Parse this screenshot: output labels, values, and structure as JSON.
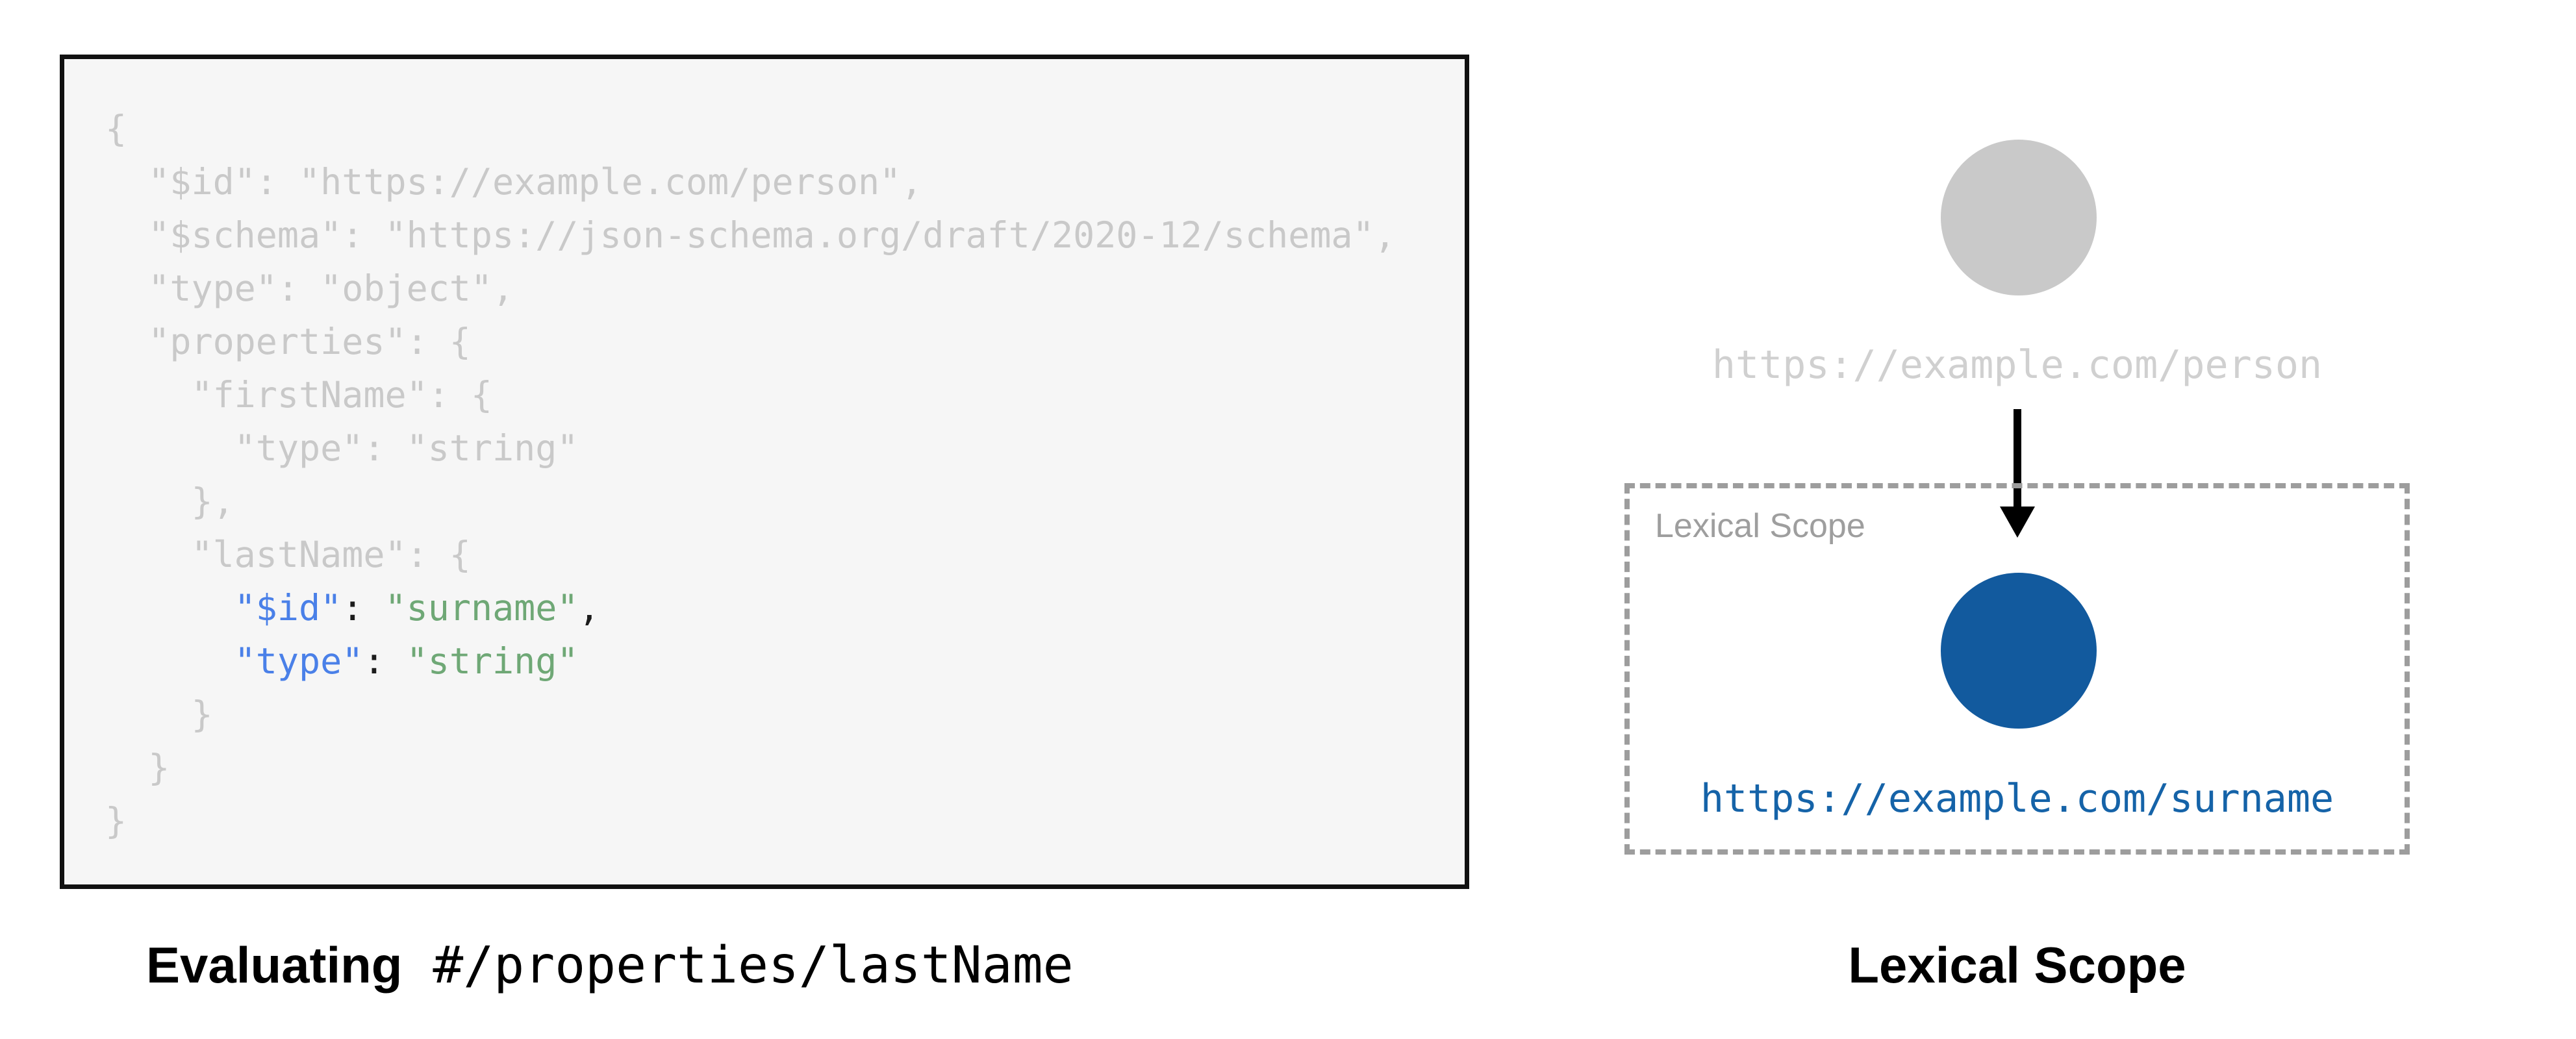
{
  "code_panel": {
    "lines": [
      [
        [
          "gray",
          "{"
        ]
      ],
      [
        [
          "gray",
          "  \"$id\": \"https://example.com/person\","
        ]
      ],
      [
        [
          "gray",
          "  \"$schema\": \"https://json-schema.org/draft/2020-12/schema\","
        ]
      ],
      [
        [
          "gray",
          "  \"type\": \"object\","
        ]
      ],
      [
        [
          "gray",
          "  \"properties\": {"
        ]
      ],
      [
        [
          "gray",
          "    \"firstName\": {"
        ]
      ],
      [
        [
          "gray",
          "      \"type\": \"string\""
        ]
      ],
      [
        [
          "gray",
          "    },"
        ]
      ],
      [
        [
          "gray",
          "    \"lastName\": {"
        ]
      ],
      [
        [
          "gray",
          "      "
        ],
        [
          "blue",
          "\"$id\""
        ],
        [
          "black",
          ": "
        ],
        [
          "green",
          "\"surname\""
        ],
        [
          "black",
          ","
        ]
      ],
      [
        [
          "gray",
          "      "
        ],
        [
          "blue",
          "\"type\""
        ],
        [
          "black",
          ": "
        ],
        [
          "green",
          "\"string\""
        ]
      ],
      [
        [
          "gray",
          "    }"
        ]
      ],
      [
        [
          "gray",
          "  }"
        ]
      ],
      [
        [
          "gray",
          "}"
        ]
      ]
    ],
    "caption": {
      "prefix_bold": "Evaluating",
      "pointer_mono": " #/properties/lastName"
    }
  },
  "diagram": {
    "root_uri": "https://example.com/person",
    "scope_box_label": "Lexical Scope",
    "scoped_uri": "https://example.com/surname",
    "caption": "Lexical Scope"
  },
  "colors": {
    "panel_bg": "#f6f6f6",
    "panel_border": "#111111",
    "code_gray": "#c9c9c9",
    "code_key_blue": "#4a80e8",
    "code_string_green": "#6fa876",
    "code_punct_black": "#1c1c1c",
    "gray_node": "#c9c9c9",
    "blue_node": "#125a9e",
    "uri_gray": "#d0d0d0",
    "uri_blue": "#1563a8",
    "dash_gray": "#9d9d9d",
    "label_gray": "#9e9e9e"
  }
}
